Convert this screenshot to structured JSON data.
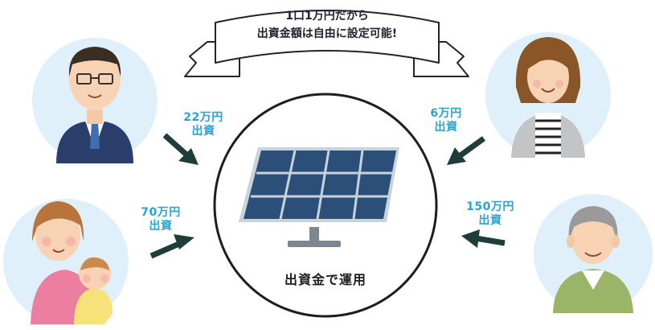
{
  "banner": {
    "line1": "1口1万円だから",
    "line2": "出資金額は自由に設定可能!"
  },
  "center": {
    "caption": "出資金で運用"
  },
  "investors": [
    {
      "id": "man",
      "amount": "22万円",
      "action": "出資"
    },
    {
      "id": "mother",
      "amount": "70万円",
      "action": "出資"
    },
    {
      "id": "woman",
      "amount": "6万円",
      "action": "出資"
    },
    {
      "id": "elder",
      "amount": "150万円",
      "action": "出資"
    }
  ],
  "colors": {
    "label_blue": "#29a3d6",
    "arrow": "#1f3d3a",
    "avatar_bg": "#dff0fa",
    "circle_stroke": "#1e1e1e",
    "panel": "#2c4f7a"
  }
}
